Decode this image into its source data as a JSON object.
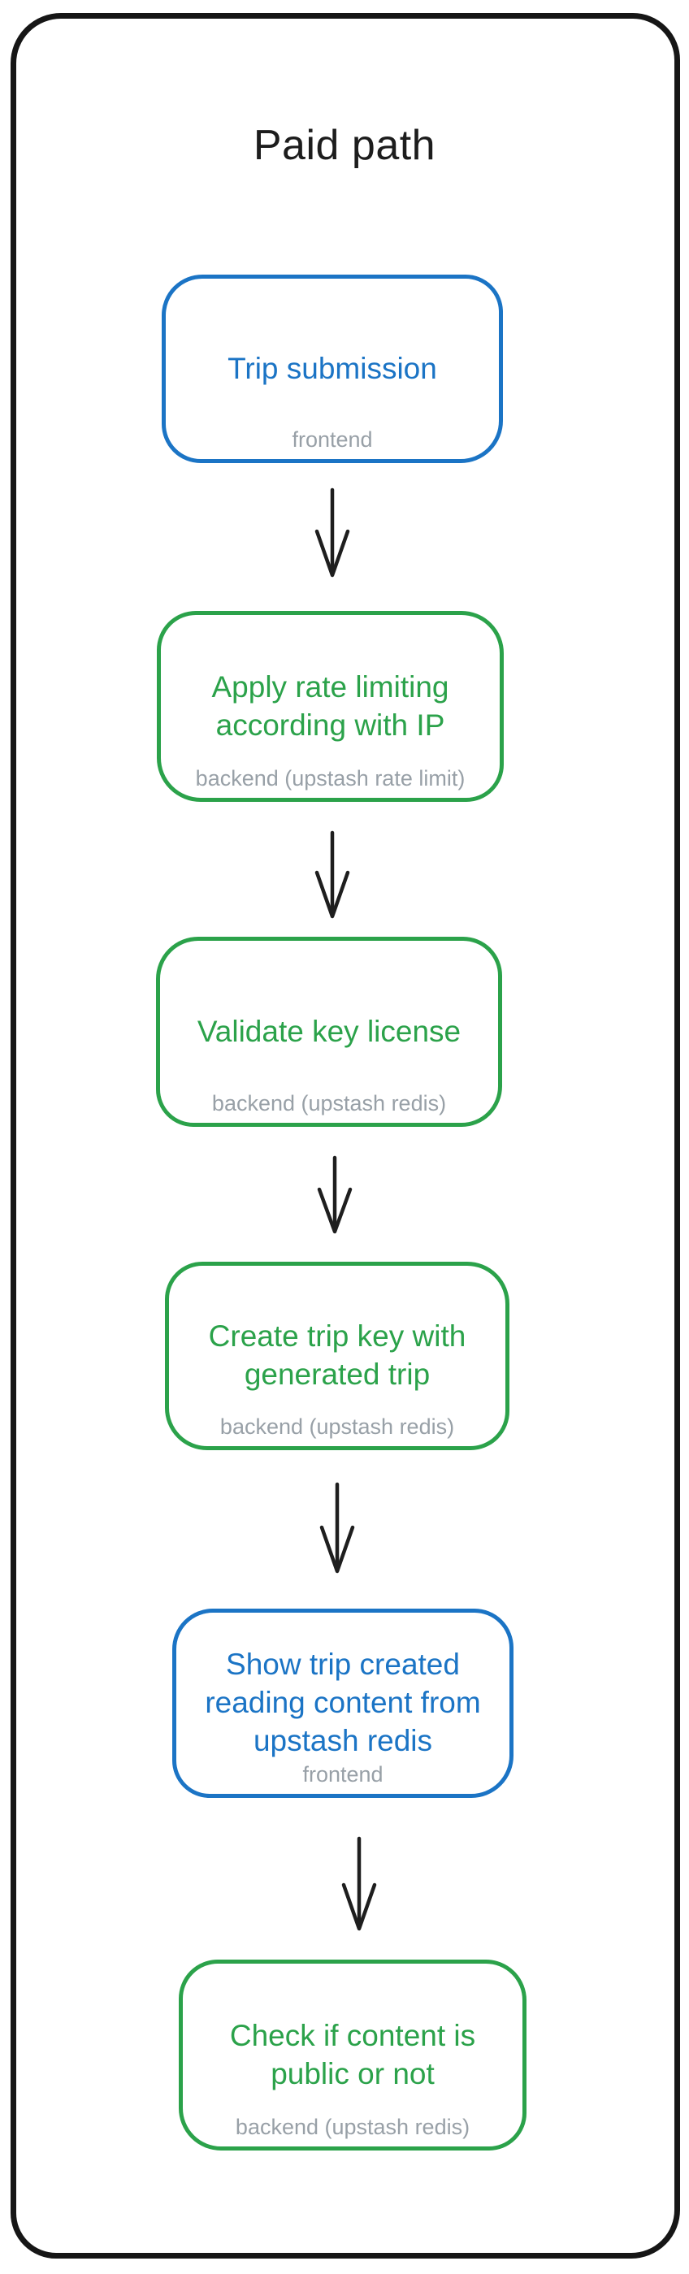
{
  "diagram": {
    "title": "Paid path",
    "nodes": [
      {
        "label": "Trip submission",
        "sublabel": "frontend",
        "type": "frontend-step",
        "accent": "#1b74c5"
      },
      {
        "label": "Apply rate limiting according with IP",
        "sublabel": "backend (upstash rate limit)",
        "type": "backend-step",
        "accent": "#2ba24a"
      },
      {
        "label": "Validate key license",
        "sublabel": "backend (upstash redis)",
        "type": "backend-step",
        "accent": "#2ba24a"
      },
      {
        "label": "Create trip key with generated trip",
        "sublabel": "backend (upstash redis)",
        "type": "backend-step",
        "accent": "#2ba24a"
      },
      {
        "label": "Show trip created reading content from upstash redis",
        "sublabel": "frontend",
        "type": "frontend-step",
        "accent": "#1b74c5"
      },
      {
        "label": "Check if content is public or not",
        "sublabel": "backend (upstash redis)",
        "type": "backend-step",
        "accent": "#2ba24a"
      }
    ],
    "colors": {
      "frontend_blue": "#1b74c5",
      "backend_green": "#2ba24a",
      "sublabel_gray": "#98a0a7",
      "outline_black": "#161616"
    }
  }
}
